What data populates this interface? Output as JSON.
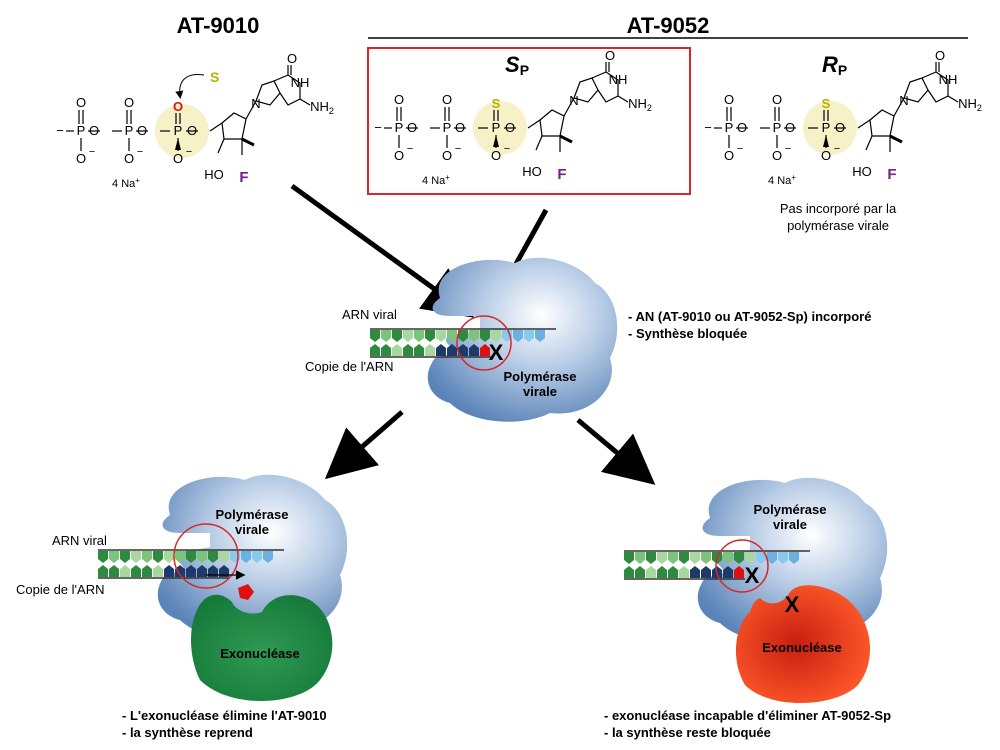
{
  "headers": {
    "left_compound": "AT-9010",
    "right_compound": "AT-9052",
    "sp_main": "S",
    "sp_sub": "P",
    "rp_main": "R",
    "rp_sub": "P"
  },
  "molecule": {
    "oxygen": "O",
    "phosphorus": "P",
    "minus": "−",
    "sulfur": "S",
    "fluorine": "F",
    "hydroxyl": "HO",
    "amine": "NH",
    "amine_sub": "2",
    "nitrogen": "N",
    "nitrogen_h": "NH",
    "counterion": "4 Na",
    "counterion_charge": "+"
  },
  "notes": {
    "rp_line1": "Pas incorporé par la",
    "rp_line2": "polymérase virale",
    "center_line1": "- AN (AT-9010 ou AT-9052-Sp) incorporé",
    "center_line2": "- Synthèse bloquée",
    "left_line1": "- L'exonucléase élimine l'AT-9010",
    "left_line2": "- la synthèse reprend",
    "right_line1": "- exonucléase incapable d'éliminer AT-9052-Sp",
    "right_line2": "- la synthèse reste bloquée"
  },
  "labels": {
    "viral_rna": "ARN viral",
    "rna_copy": "Copie de l'ARN",
    "polymerase_line1": "Polymérase",
    "polymerase_line2": "virale",
    "exonuclease": "Exonucléase",
    "block_mark": "X"
  },
  "colors": {
    "polymerase": "#6a92c4",
    "exonuclease_green": "#1e8a44",
    "exonuclease_red": "#e83a1a",
    "sp_box": "#d62828",
    "highlight": "#f5f0c0",
    "sulfur": "#b8b000",
    "fluorine": "#7a1f8a",
    "oxygen_red": "#e01010",
    "incorporated_nucleotide": "#e01010"
  }
}
